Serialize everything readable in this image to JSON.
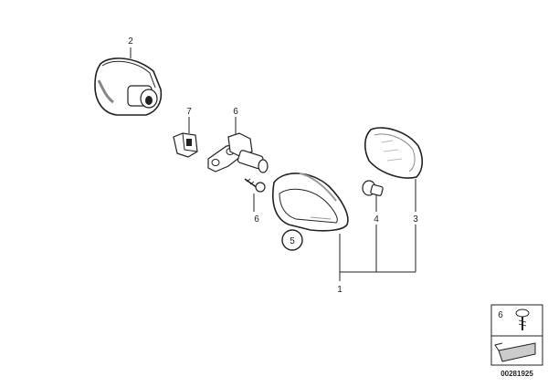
{
  "callouts": {
    "c1": "1",
    "c2": "2",
    "c3": "3",
    "c4": "4",
    "c5": "5",
    "c6": "6",
    "c6b": "6",
    "c7": "7"
  },
  "legend": {
    "key": "6"
  },
  "doc_number": "00281925",
  "colors": {
    "line": "#222222",
    "fill": "#ffffff",
    "shade": "#bbbbbb"
  }
}
